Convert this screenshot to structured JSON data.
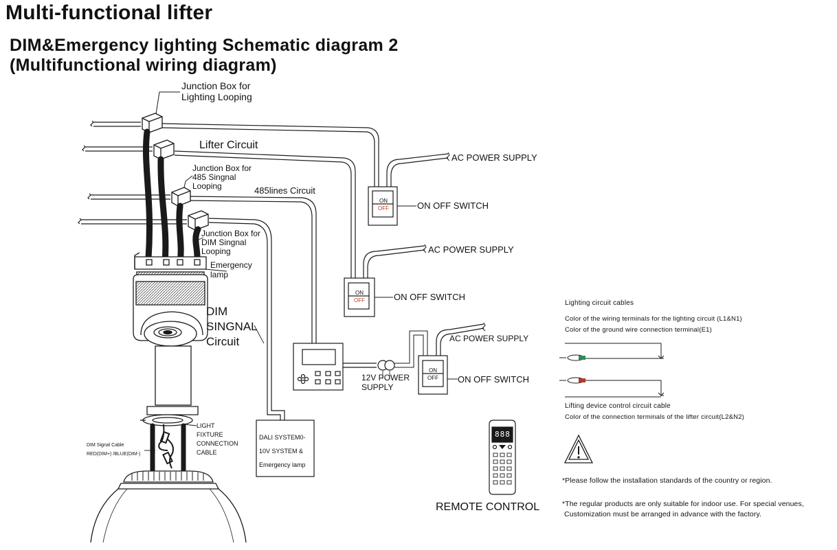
{
  "header": {
    "title": "Multi-functional lifter",
    "subtitle_line1": "DIM&Emergency lighting Schematic diagram 2",
    "subtitle_line2": "(Multifunctional wiring diagram)"
  },
  "circuits": {
    "junction_box_lighting": "Junction Box for\nLighting Looping",
    "lifter_circuit": "Lifter  Circuit",
    "junction_box_485": "Junction Box for\n485  Singnal\nLooping",
    "lines_485": "485lines Circuit",
    "junction_box_dim": "Junction Box for\nDIM  Singnal\nLooping",
    "emergency_lamp": "Emergency\nlamp",
    "dim_signal_circuit": "DIM\nSINGNAL\nCircuit",
    "light_fixture_cable": "LIGHT\nFIXTURE\nCONNECTION\nCABLE",
    "dim_signal_cable": "DIM  Signal Cable\nRED(DIM+)  /BLUE(DIM-)",
    "dali_box": "DALI SYSTEM0-\n10V SYSTEM &\nEmergency lamp",
    "power_12v": "12V POWER\nSUPPLY"
  },
  "switches": [
    {
      "ac_label": "AC POWER SUPPLY",
      "switch_label": "ON OFF SWITCH",
      "on": "ON",
      "off": "OFF"
    },
    {
      "ac_label": "AC POWER SUPPLY",
      "switch_label": "ON OFF SWITCH",
      "on": "ON",
      "off": "OFF"
    },
    {
      "ac_label": "AC POWER SUPPLY",
      "switch_label": "ON OFF SWITCH",
      "on": "ON",
      "off": "OFF"
    }
  ],
  "remote": {
    "label": "REMOTE CONTROL",
    "display": "888"
  },
  "legend": {
    "heading": "Lighting circuit cables",
    "line1": "Color of the wiring terminals for the lighting circuit (L1&N1)",
    "line2": "Color of the ground wire connection terminal(E1)",
    "lifting_heading": "Lifting device control circuit cable",
    "lifting_line": "Color of the connection terminals of the lifter circuit(L2&N2)"
  },
  "notes": {
    "note1": "*Please follow the installation standards of the country or region.",
    "note2": "*The regular products are only suitable for indoor use. For special venues,\n Customization must be arranged in advance with the factory."
  },
  "colors": {
    "line": "#1a1a1a",
    "off_text": "#c0392b",
    "cable_green": "#2e8b57",
    "cable_red": "#b03a2e"
  }
}
